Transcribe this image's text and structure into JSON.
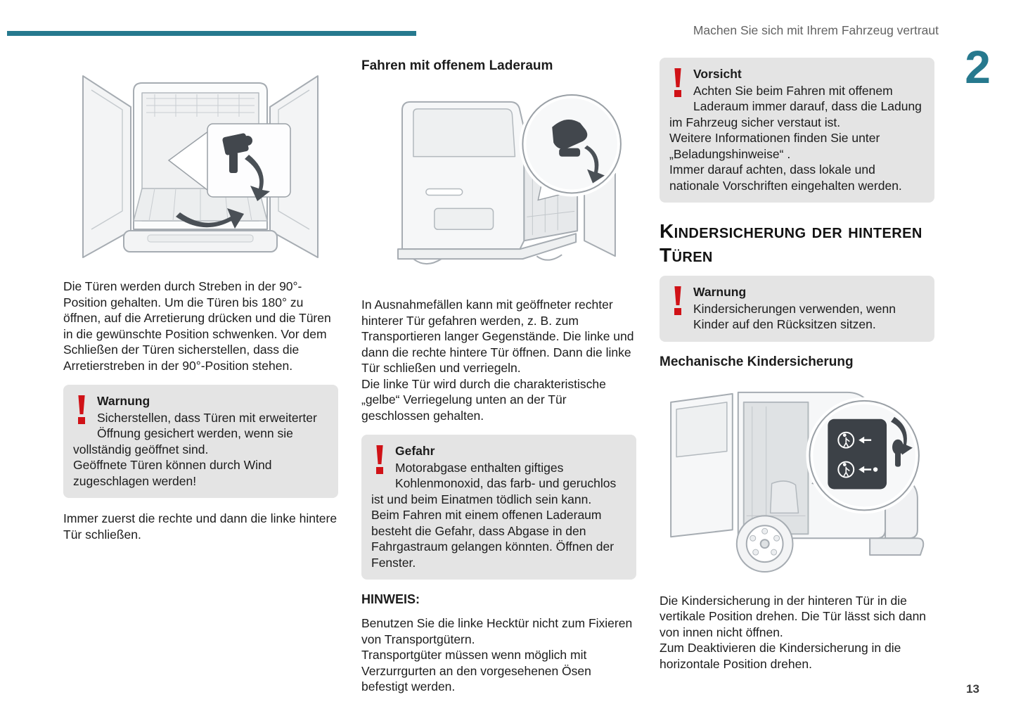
{
  "header": {
    "title": "Machen Sie sich mit Ihrem Fahrzeug vertraut",
    "chapter": "2"
  },
  "footer": {
    "page_number": "13"
  },
  "colors": {
    "accent_teal": "#26798e",
    "alert_red": "#d01217",
    "box_background": "#e4e4e4"
  },
  "left_column": {
    "illustration": "rear-doors-open-180-degrees",
    "para_doors": "Die Türen werden durch Streben in der 90°-Position gehalten. Um die Türen bis 180° zu öffnen, auf die Arretierung drücken und die Türen in die gewünschte Position schwenken. Vor dem Schließen der Türen sicherstellen, dass die Arretierstreben in der 90°-Position stehen.",
    "warning_box": {
      "title": "Warnung",
      "body": "Sicherstellen, dass Türen mit erweiterter Öffnung gesichert werden, wenn sie vollständig geöffnet sind.\nGeöffnete Türen können durch Wind zugeschlagen werden!"
    },
    "para_close_order": "Immer zuerst die rechte und dann die linke hintere Tür schließen."
  },
  "middle_column": {
    "heading": "Fahren mit offenem Laderaum",
    "illustration": "driving-with-open-cargo-area",
    "para_open_cargo": "In Ausnahmefällen kann mit geöffneter rechter hinterer Tür gefahren werden, z. B. zum Transportieren langer Gegenstände. Die linke und dann die rechte hintere Tür öffnen. Dann die linke Tür schließen und verriegeln.\nDie linke Tür wird durch die charakteristische „gelbe“ Verriegelung unten an der Tür geschlossen gehalten.",
    "danger_box": {
      "title": "Gefahr",
      "body": "Motorabgase enthalten giftiges Kohlenmonoxid, das farb- und geruchlos ist und beim Einatmen tödlich sein kann.\nBeim Fahren mit einem offenen Laderaum besteht die Gefahr, dass Abgase in den Fahrgastraum gelangen könnten. Öffnen der Fenster."
    },
    "note_heading": "HINWEIS:",
    "para_note": "Benutzen Sie die linke Hecktür nicht zum Fixieren von Transportgütern.\nTransportgüter müssen wenn möglich mit Verzurrgurten an den vorgesehenen Ösen befestigt werden."
  },
  "right_column": {
    "caution_box": {
      "title": "Vorsicht",
      "body": "Achten Sie beim Fahren mit offenem Laderaum immer darauf, dass die Ladung im Fahrzeug sicher verstaut ist.\nWeitere Informationen finden Sie unter „Beladungshinweise“ .\nImmer darauf achten, dass lokale und nationale Vorschriften eingehalten werden."
    },
    "section_heading": "Kindersicherung der hinteren Türen",
    "warning_box": {
      "title": "Warnung",
      "body": "Kindersicherungen verwenden, wenn Kinder auf den Rücksitzen sitzen."
    },
    "sub_heading": "Mechanische Kindersicherung",
    "illustration": "mechanical-child-lock",
    "para_childlock": "Die Kindersicherung in der hinteren Tür in die vertikale Position drehen. Die Tür lässt sich dann von innen nicht öffnen.\nZum Deaktivieren die Kindersicherung in die horizontale Position drehen."
  }
}
